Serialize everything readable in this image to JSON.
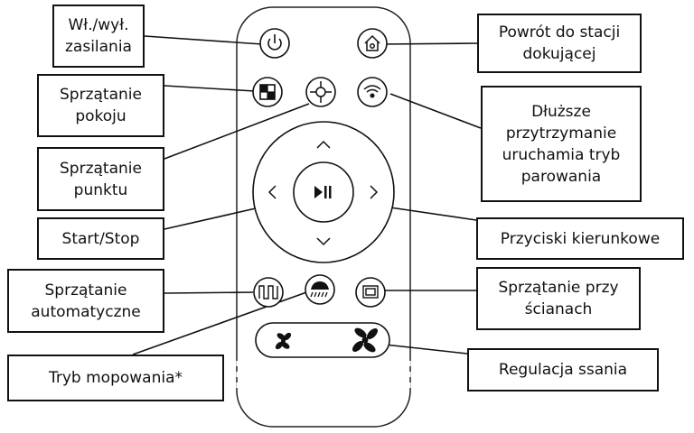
{
  "labels": {
    "power": "Wł./wył.\nzasilania",
    "dock": "Powrót do stacji\ndokującej",
    "room_clean": "Sprzątanie\npokoju",
    "long_press": "Dłuższe\nprzytrzymanie\nuruchamia tryb\nparowania",
    "spot_clean": "Sprzątanie\npunktu",
    "start_stop": "Start/Stop",
    "direction": "Przyciski kierunkowe",
    "auto_clean": "Sprzątanie\nautomatyczne",
    "edge_clean": "Sprzątanie przy\nścianach",
    "mop_mode": "Tryb mopowania*",
    "suction": "Regulacja ssania"
  },
  "icons": {
    "power": "power-icon",
    "dock": "home-dock-icon",
    "room": "room-grid-icon",
    "spot": "spot-crosshair-icon",
    "wifi": "wifi-icon",
    "play_pause": "play-pause-icon",
    "up": "chevron-up-icon",
    "down": "chevron-down-icon",
    "left": "chevron-left-icon",
    "right": "chevron-right-icon",
    "auto": "zigzag-path-icon",
    "mop": "mop-rain-icon",
    "edge": "edge-square-icon",
    "fan_low": "fan-low-icon",
    "fan_high": "fan-high-icon"
  }
}
